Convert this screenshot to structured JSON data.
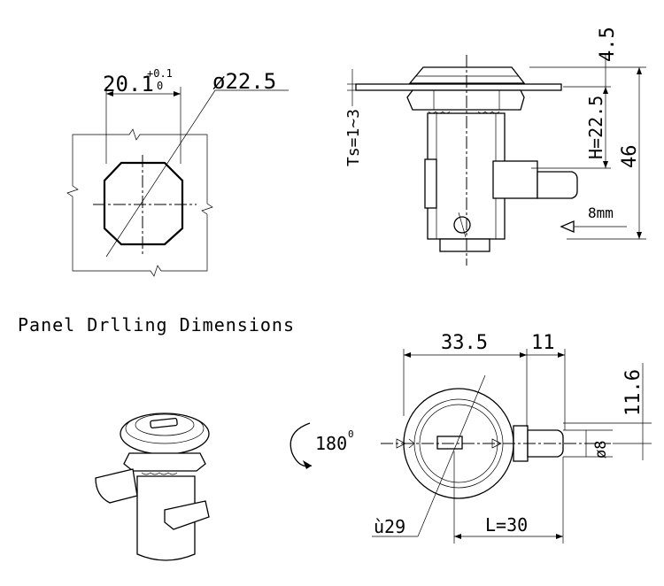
{
  "caption": "Panel Drlling Dimensions",
  "drilling": {
    "width": "20.1",
    "tol_upper": "+0.1",
    "tol_lower": "0",
    "diameter": "ø22.5"
  },
  "side_view": {
    "flange_thickness": "4.5",
    "height": "H=22.5",
    "total_height": "46",
    "panel_thickness": "Ts=1~3",
    "cam_width": "8mm"
  },
  "front_view": {
    "width": "33.5",
    "cam_extension": "11",
    "cam_offset": "11.6",
    "cam_diameter": "ø8",
    "body_diameter": "ù29",
    "length": "L=30"
  },
  "rotation": {
    "angle": "180",
    "unit": "0"
  }
}
